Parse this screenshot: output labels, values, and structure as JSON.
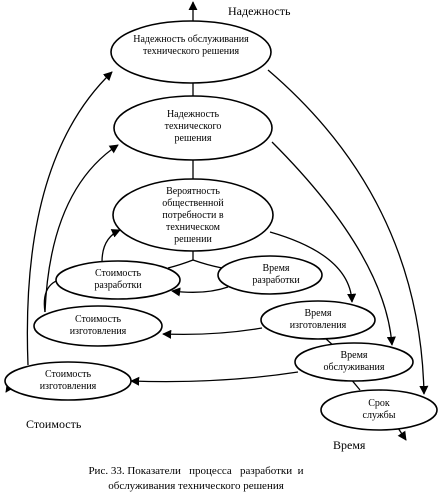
{
  "nodes": {
    "reliability_service": [
      "Надежность обслуживания",
      "технического решения"
    ],
    "reliability_solution": [
      "Надежность",
      "технического",
      "решения"
    ],
    "probability_need": [
      "Вероятность",
      "общественной",
      "потребности в",
      "техническом",
      "решении"
    ],
    "dev_cost": [
      "Стоимость",
      "разработки"
    ],
    "dev_time": [
      "Время",
      "разработки"
    ],
    "mfg_cost_1": [
      "Стоимость",
      "изготовления"
    ],
    "mfg_time": [
      "Время",
      "изготовления"
    ],
    "mfg_cost_2": [
      "Стоимость",
      "изготовления"
    ],
    "service_time": [
      "Время",
      "обслуживания"
    ],
    "service_life": [
      "Срок",
      "службы"
    ]
  },
  "axes": {
    "reliability": "Надежность",
    "cost": "Стоимость",
    "time": "Время"
  },
  "caption": {
    "line1": "Рис. 33. Показатели   процесса   разработки  и",
    "line2": "обслуживания технического решения"
  }
}
